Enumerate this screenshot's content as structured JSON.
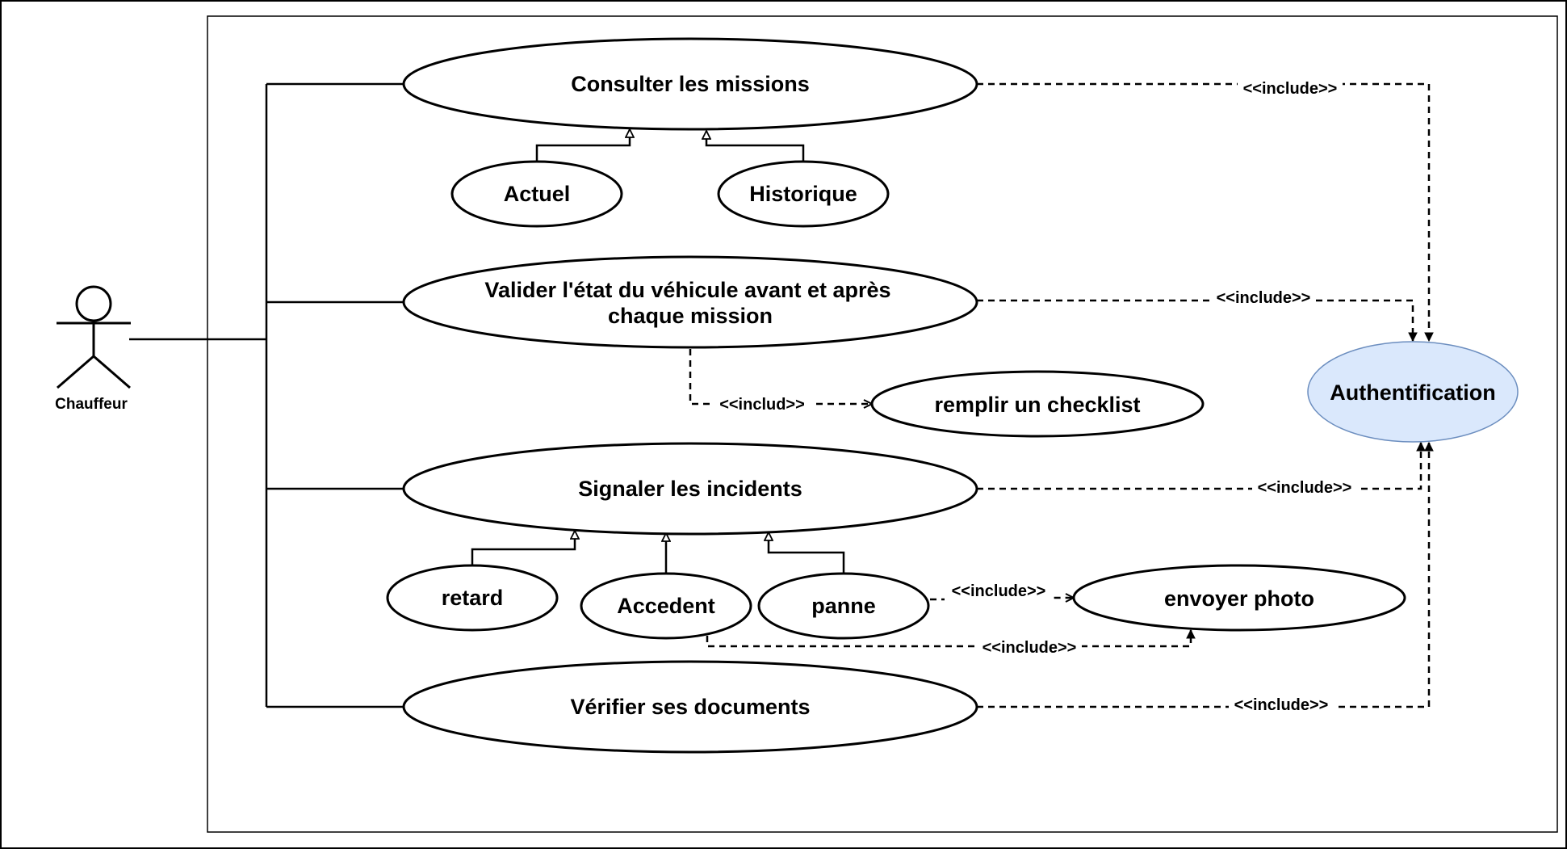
{
  "actor": {
    "label": "Chauffeur"
  },
  "use_cases": {
    "consulter": "Consulter les missions",
    "actuel": "Actuel",
    "historique": "Historique",
    "valider_line1": "Valider l'état du véhicule avant et après",
    "valider_line2": "chaque mission",
    "checklist": "remplir un checklist",
    "authentification": "Authentification",
    "signaler": "Signaler les incidents",
    "retard": "retard",
    "accedent": "Accedent",
    "panne": "panne",
    "envoyer_photo": "envoyer photo",
    "verifier": "Vérifier ses documents"
  },
  "relations": {
    "include_consulter": "<<include>>",
    "include_valider": "<<include>>",
    "includ_checklist": "<<includ>>",
    "include_signaler": "<<include>>",
    "include_panne_photo": "<<include>>",
    "include_accedent_photo": "<<include>>",
    "include_verifier": "<<include>>"
  },
  "colors": {
    "authentification_fill": "#dae8fc",
    "authentification_stroke": "#6c8ebf"
  }
}
